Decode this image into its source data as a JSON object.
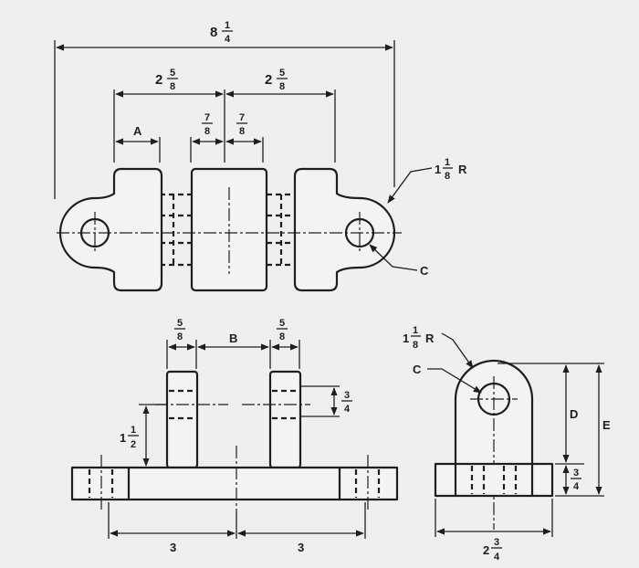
{
  "top_view": {
    "overall": {
      "whole": "8",
      "num": "1",
      "den": "4"
    },
    "half_left": {
      "whole": "2",
      "num": "5",
      "den": "8"
    },
    "half_right": {
      "whole": "2",
      "num": "5",
      "den": "8"
    },
    "gap_left": {
      "num": "7",
      "den": "8"
    },
    "gap_right": {
      "num": "7",
      "den": "8"
    },
    "label_a": "A",
    "radius": {
      "whole": "1",
      "num": "1",
      "den": "8",
      "suffix": "R"
    },
    "label_c": "C"
  },
  "front_view": {
    "ear_left": {
      "num": "5",
      "den": "8"
    },
    "ear_right": {
      "num": "5",
      "den": "8"
    },
    "label_b": "B",
    "hole_dim": {
      "num": "3",
      "den": "4"
    },
    "height": {
      "whole": "1",
      "num": "1",
      "den": "2"
    },
    "base_left": "3",
    "base_right": "3"
  },
  "side_view": {
    "radius": {
      "whole": "1",
      "num": "1",
      "den": "8",
      "suffix": "R"
    },
    "label_c": "C",
    "label_d": "D",
    "label_e": "E",
    "base_thk": {
      "num": "3",
      "den": "4"
    },
    "width": {
      "whole": "2",
      "num": "3",
      "den": "4"
    }
  }
}
